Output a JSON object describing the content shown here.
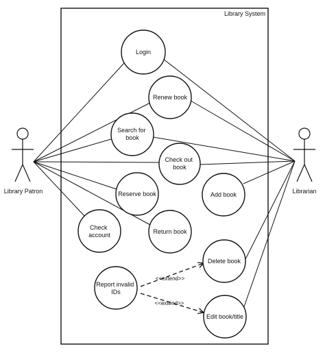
{
  "system": {
    "title": "Library System"
  },
  "actors": {
    "patron": {
      "label": "Library Patron"
    },
    "librarian": {
      "label": "Librarian"
    }
  },
  "usecases": {
    "login": {
      "lines": [
        "Login"
      ]
    },
    "renew_book": {
      "lines": [
        "Renew book"
      ]
    },
    "search_for_book": {
      "lines": [
        "Search for",
        "book"
      ]
    },
    "check_out_book": {
      "lines": [
        "Check out",
        "book"
      ]
    },
    "reserve_book": {
      "lines": [
        "Reserve book"
      ]
    },
    "add_book": {
      "lines": [
        "Add book"
      ]
    },
    "check_account": {
      "lines": [
        "Check",
        "account"
      ]
    },
    "return_book": {
      "lines": [
        "Return book"
      ]
    },
    "delete_book": {
      "lines": [
        "Delete book"
      ]
    },
    "report_invalid_ids": {
      "lines": [
        "Report invalid",
        "IDs"
      ]
    },
    "edit_book_title": {
      "lines": [
        "Edit book/title"
      ]
    }
  },
  "relations": {
    "extend_delete": "<<extend>>",
    "extend_edit": "<<extend>>"
  }
}
